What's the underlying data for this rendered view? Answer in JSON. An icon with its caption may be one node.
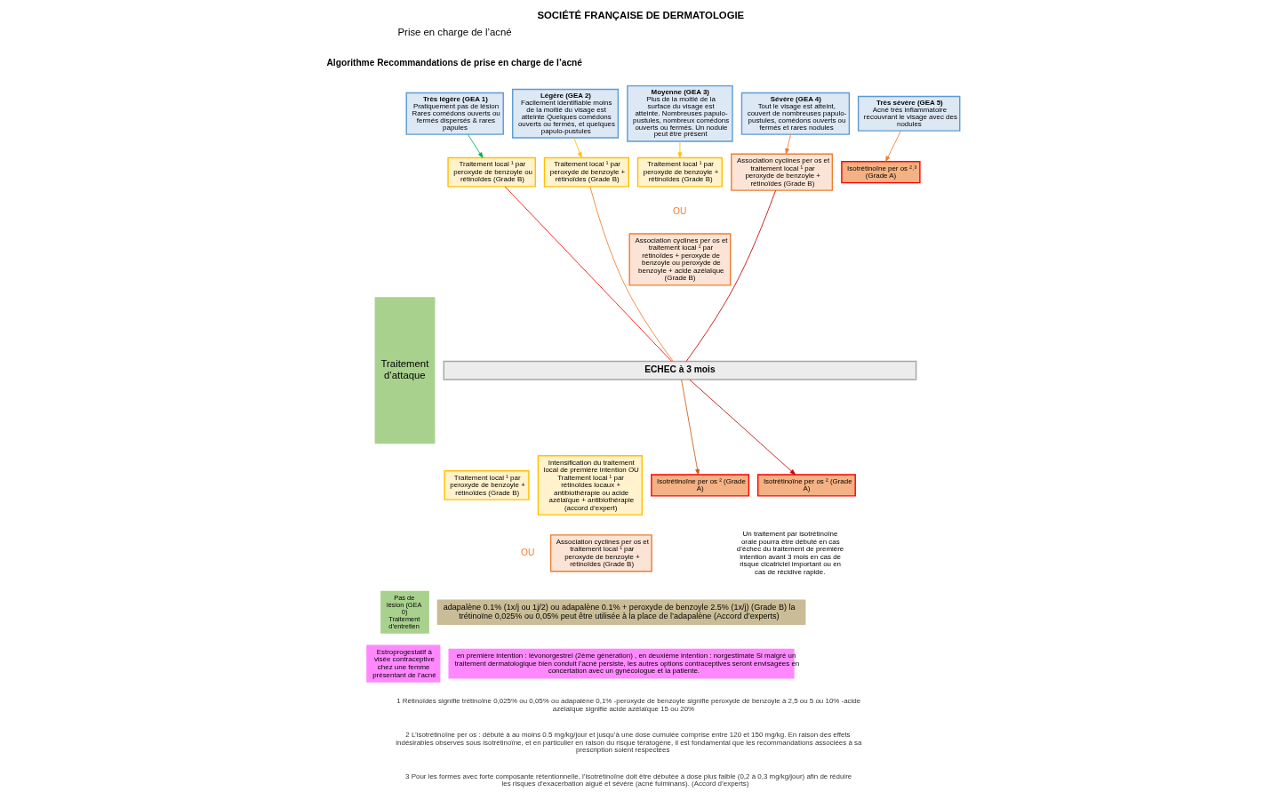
{
  "diagram": {
    "title": "SOCIÉTÉ FRANÇAISE DE DERMATOLOGIE",
    "nodes": [
      {
        "text": [
          "Traitement d’attaque"
        ]
      },
      {
        "text": [
          "Très légère (GEA 1)",
          "Pratiquement pas de lésion Rares comédons ouverts ou fermés dispersés & rares papules"
        ]
      },
      {
        "text": [
          "Légère (GEA 2)",
          "Facilement identifiable moins de la moitié du visage est atteinte Quelques comédons ouverts ou fermés, et quelques papulo-pustules"
        ]
      },
      {
        "text": [
          "Moyenne (GEA 3)",
          "Plus de la moitié de la surface du visage est atteinte. Nombreuses papulo-pustules, nombreux comédons ouverts ou fermés. Un nodule peut être présent"
        ]
      },
      {
        "text": [
          "Sévère (GEA 4)",
          "Tout le visage est atteint, couvert de nombreuses papulo-pustules, comédons ouverts ou fermés et rares nodules"
        ]
      },
      {
        "text": [
          "Très sévère (GEA 5)",
          "Acné très inflammatoire recouvrant le visage avec des nodules"
        ]
      },
      {
        "text": [
          "Traitement local ¹ par peroxyde de benzoyle ou rétinoïdes (Grade B)"
        ]
      },
      {
        "text": [
          "Traitement local ¹ par peroxyde de benzoyle + rétinoïdes (Grade B)"
        ]
      },
      {
        "text": [
          "Traitement local ¹ par peroxyde de benzoyle + rétinoïdes (Grade B)"
        ]
      },
      {
        "text": [
          "Association cyclines per os et traitement local ¹ par rétinoïdes + peroxyde de benzoyle ou peroxyde de benzoyle + acide azélaïque (Grade B)"
        ]
      },
      {
        "text": [
          "Association cyclines per os et traitement local ¹ par peroxyde de benzoyle + rétinoïdes (Grade B)"
        ]
      },
      {
        "text": [
          "Isotrétinoïne per os ²˒³ (Grade A)"
        ]
      },
      {
        "text": [
          "ECHEC à 3 mois"
        ]
      },
      {
        "text": [
          "Traitement local ¹ par peroxyde de benzoyle + rétinoïdes (Grade B)"
        ]
      },
      {
        "text": [
          "Intensification du traitement local de première intention OU Traitement local ¹ par rétinoïdes locaux + antibiothérapie ou acide azélaïque + antibiothérapie (accord d’expert)"
        ]
      },
      {
        "text": [
          "Association cyclines per os et traitement local ¹ par peroxyde de benzoyle + rétinoïdes (Grade B)"
        ]
      },
      {
        "text": [
          "Isotrétinoïne per os ² (Grade A)"
        ]
      },
      {
        "text": [
          "Isotrétinoïne per os ² (Grade A)"
        ]
      },
      {
        "text": [
          "Pas de lésion (GEA 0) Traitement d’entretien"
        ]
      },
      {
        "text": [
          "adapalène 0.1% (1x/j ou 1j/2) ou adapalène 0.1% + peroxyde de benzoyle 2.5% (1x/j) (Grade B) la trétinoïne 0,025% ou 0,05% peut être utilisée à la place de l’adapalène (Accord d’experts)"
        ]
      },
      {
        "text": [
          "Estroprogestatif à visée contraceptive chez une femme présentant de l’acné"
        ]
      },
      {
        "text": [
          "en première intention : lévonorgestrel (2éme génération) , en deuxième intention : norgestimate Si malgré un traitement dermatologique bien conduit l’acné persiste, les autres options contraceptives seront envisagées en concertation avec un gynécologue et la patiente."
        ]
      }
    ],
    "edges": [
      {
        "from": 1,
        "to": 6,
        "arrow": "to",
        "color": "#00b050"
      },
      {
        "from": 2,
        "to": 7,
        "arrow": "to",
        "color": "#ffc000"
      },
      {
        "from": 3,
        "to": 8,
        "arrow": "to",
        "color": "#ffc000"
      },
      {
        "from": 4,
        "to": 10,
        "arrow": "to",
        "color": "#ed7d31"
      },
      {
        "from": 5,
        "to": 11,
        "arrow": "to",
        "color": "#ed7d31"
      },
      {
        "from": 6,
        "to": 12,
        "arrow": "none",
        "color": "#ff0000"
      },
      {
        "from": 7,
        "to": 12,
        "arrow": "none",
        "color": "#ed7d31"
      },
      {
        "from": 10,
        "to": 12,
        "arrow": "none",
        "color": "#c00000"
      },
      {
        "from": 12,
        "to": 16,
        "arrow": "to",
        "color": "#c55a11"
      },
      {
        "from": 12,
        "to": 17,
        "arrow": "to",
        "color": "#c00000"
      }
    ],
    "labels": [
      "Prise en charge de l’acné",
      "Algorithme Recommandations de prise en charge de l’acné",
      "OU",
      "OU",
      "Un traitement par isotrétinoïne orale pourra être débuté en cas d’échec du traitement de première intention avant 3 mois en cas de risque cicatriciel important ou en cas de récidive rapide.",
      "1 Rétinoïdes signifie trétinoïne 0,025% ou 0,05% ou adapalène 0,1% -peroxyde de benzoyle signifie peroxyde de benzoyle à 2,5 ou 5 ou 10% -acide azélaïque signifie acide azélaïque 15 ou 20%",
      "2 L’isotrétinoïne per os : débuté à au moins 0.5 mg/kg/jour et jusqu’à une dose cumulée comprise entre 120 et 150 mg/kg. En raison des effets indésirables observés sous isotrétinoïne, et en particulier en raison du risque tératogène, il est fondamental que les recommandations associées à sa prescription soient respectées",
      "3 Pour les formes avec forte composante rétentionnelle, l’isotrétinoïne doit être débutée à dose plus faible (0,2 à 0,3 mg/kg/jour) afin de réduire les risques d’exacerbation aiguë et sévère (acné fulminans). (Accord d’experts)"
    ]
  }
}
